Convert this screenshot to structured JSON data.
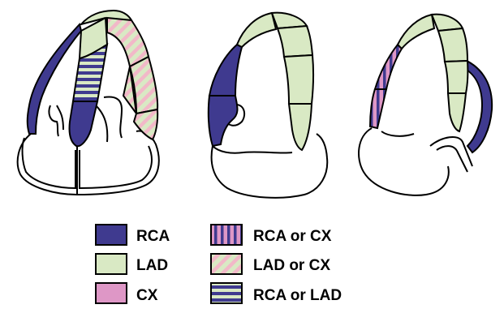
{
  "colors": {
    "rca": "#3f3a8f",
    "lad": "#d9e9c4",
    "cx": "#de97c6",
    "outline": "#000000",
    "background": "#ffffff"
  },
  "legend": [
    {
      "key": "rca",
      "label": "RCA",
      "pattern": "solid-rca"
    },
    {
      "key": "lad",
      "label": "LAD",
      "pattern": "solid-lad"
    },
    {
      "key": "cx",
      "label": "CX",
      "pattern": "solid-cx"
    },
    {
      "key": "rca_or_cx",
      "label": "RCA or CX",
      "pattern": "vertical-stripes"
    },
    {
      "key": "lad_or_cx",
      "label": "LAD or CX",
      "pattern": "diagonal-stripes"
    },
    {
      "key": "rca_or_lad",
      "label": "RCA or LAD",
      "pattern": "horizontal-stripes"
    }
  ]
}
